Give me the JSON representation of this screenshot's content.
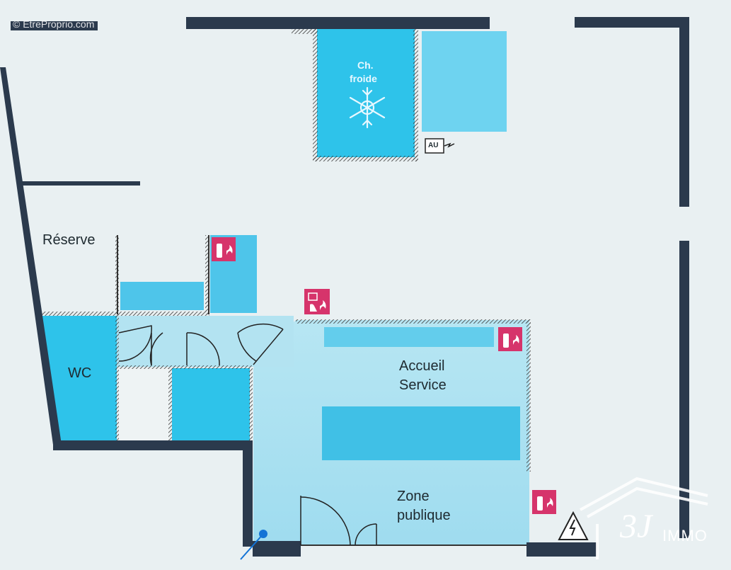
{
  "watermark": {
    "text": "© EtreProprio.com"
  },
  "rooms": {
    "cold_room": {
      "line1": "Ch.",
      "line2": "froide"
    },
    "reserve": "Réserve",
    "wc": "WC",
    "reception": {
      "line1": "Accueil",
      "line2": "Service"
    },
    "public_zone": {
      "line1": "Zone",
      "line2": "publique"
    }
  },
  "equipment": {
    "emergency_stop": "AU"
  },
  "logo": {
    "text": "3J",
    "suffix": "IMMO"
  },
  "colors": {
    "background": "#e9f0f2",
    "wall": "#2b3a4d",
    "room_fill": "#2cc0e8",
    "zone_fill": "#a9e2f2",
    "fire_sign": "#d6346b"
  },
  "icons": [
    "snowflake-icon",
    "fire-extinguisher-icon",
    "fire-alarm-icon",
    "electric-hazard-icon",
    "house-logo-icon"
  ]
}
